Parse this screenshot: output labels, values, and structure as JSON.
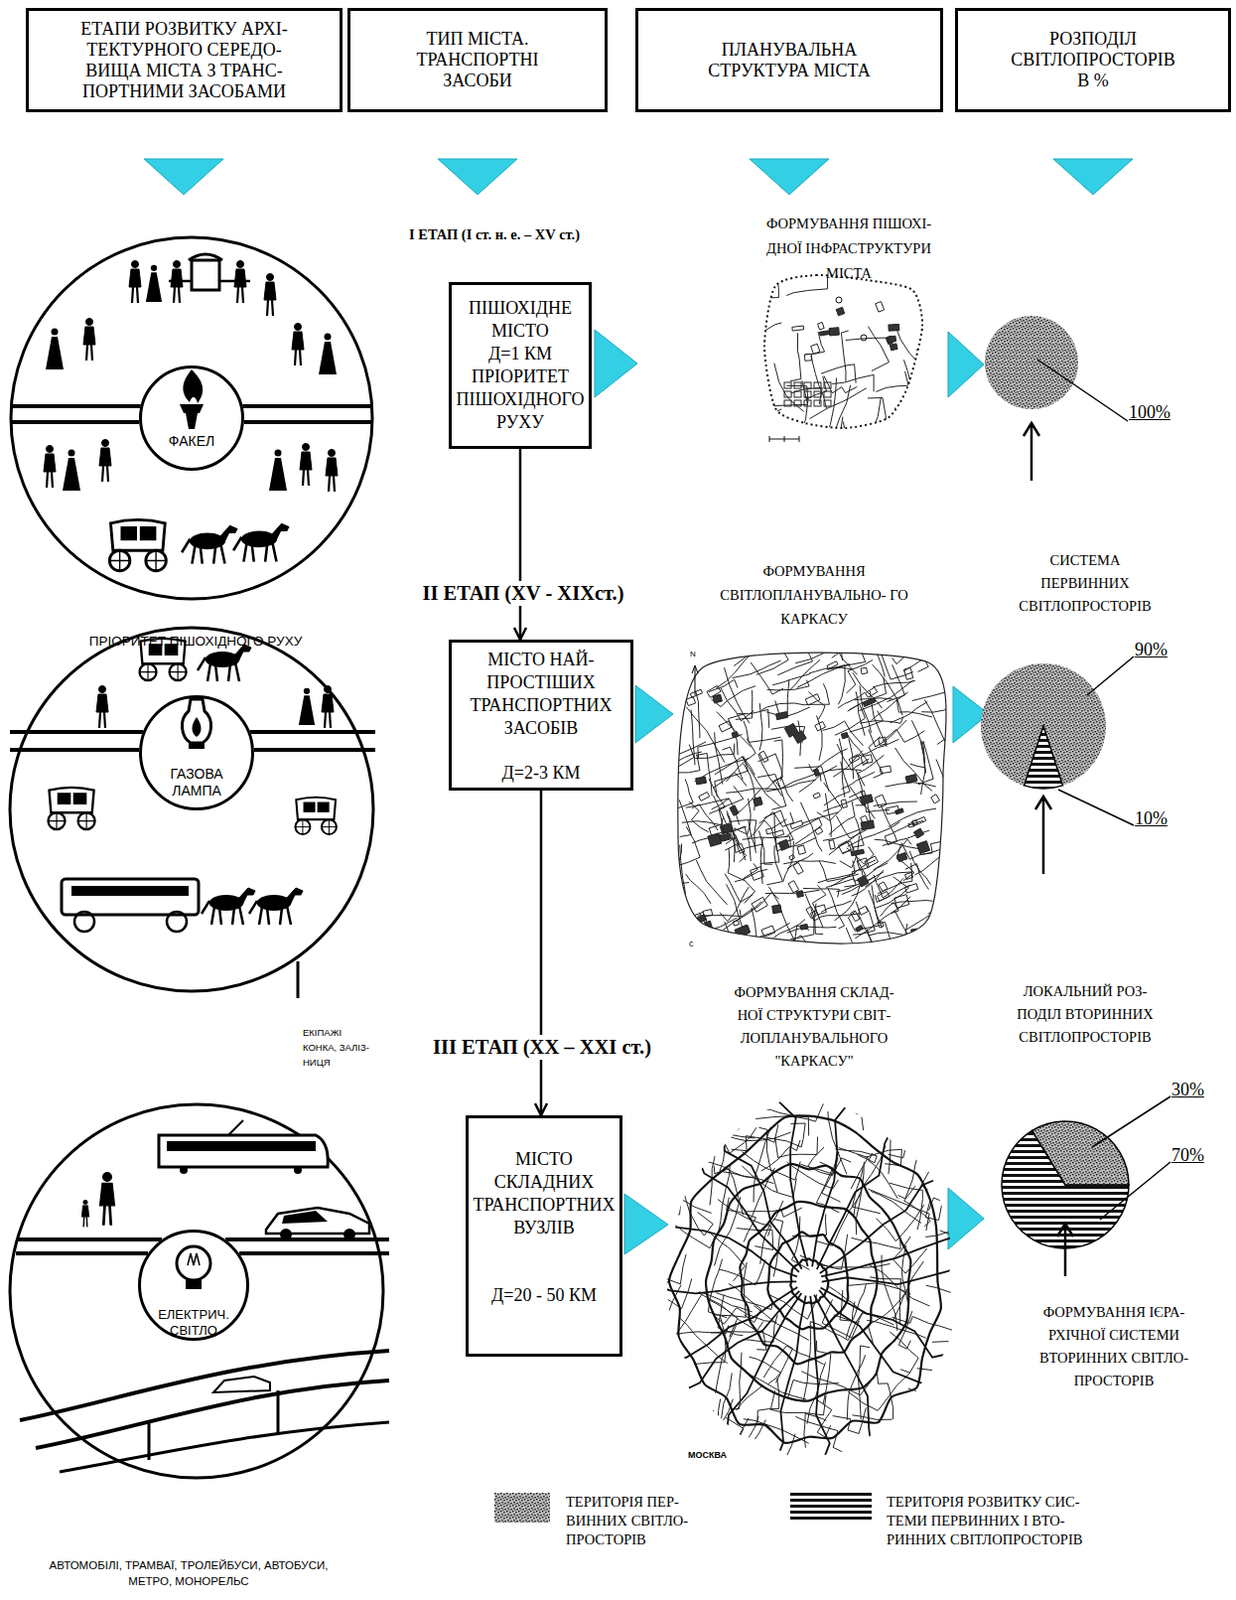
{
  "diagram": {
    "nodes": [
      {
        "text": [
          "ЕТАПИ РОЗВИТКУ АРХІ- ТЕКТУРНОГО СЕРЕДО- ВИЩА МІСТА З ТРАНС- ПОРТНИМИ ЗАСОБАМИ"
        ]
      },
      {
        "text": [
          "ТИП МІСТА. ТРАНСПОРТНІ ЗАСОБИ"
        ]
      },
      {
        "text": [
          "ПЛАНУВАЛЬНА СТРУКТУРА МІСТА"
        ]
      },
      {
        "text": [
          "РОЗПОДІЛ СВІТЛОПРОСТОРІВ В %"
        ]
      },
      {
        "text": [
          "ФАКЕЛ"
        ]
      },
      {
        "text": [
          "ПІШОХІДНЕ МІСТО",
          "Д=1 КМ",
          "ПРІОРИТЕТ ПІШОХІДНОГО РУХУ"
        ]
      },
      {
        "text": [
          "ГАЗОВА ЛАМПА"
        ]
      },
      {
        "text": [
          "МІСТО НАЙ- ПРОСТІШИХ ТРАНСПОРТНИХ ЗАСОБІВ",
          "Д=2-3 КМ"
        ]
      },
      {
        "text": [
          "ЕЛЕКТРИЧ. СВІТЛО"
        ]
      },
      {
        "text": [
          "МІСТО СКЛАДНИХ ТРАНСПОРТНИХ ВУЗЛІВ",
          "Д=20 - 50 КМ"
        ]
      }
    ],
    "edges": [
      {
        "from": 5,
        "to": 7,
        "arrow": "to"
      },
      {
        "from": 7,
        "to": 9,
        "arrow": "to"
      }
    ],
    "labels": [
      "I ЕТАП (I ст. н. е. – XV ст.)",
      "ФОРМУВАННЯ ПІШОХІ- ДНОЇ ІНФРАСТРУКТУРИ МІСТА",
      "100%",
      "ПРІОРИТЕТ ПІШОХІДНОГО РУХУ",
      "II ЕТАП (XV - XIXст.)",
      "ФОРМУВАННЯ СВІТЛОПЛАНУВАЛЬНО- ГО КАРКАСУ",
      "СИСТЕМА ПЕРВИННИХ СВІТЛОПРОСТОРІВ",
      "N",
      "90%",
      "10%",
      "c",
      "ЕКІПАЖІ КОНКА, ЗАЛІЗ- НИЦЯ",
      "ФОРМУВАННЯ СКЛАД- НОЇ СТРУКТУРИ СВІТ- ЛОПЛАНУВАЛЬНОГО \"КАРКАСУ\"",
      "ЛОКАЛЬНИЙ РОЗ- ПОДІЛ ВТОРИННИХ СВІТЛОПРОСТОРІВ",
      "III ЕТАП (XX – XXI ст.)",
      "30%",
      "70%",
      "ФОРМУВАННЯ ІЄРА- РХІЧНОЇ СИСТЕМИ ВТОРИННИХ СВІТЛО- ПРОСТОРІВ",
      "МОСКВА",
      "АВТОМОБІЛІ, ТРАМВАЇ, ТРОЛЕЙБУСИ, АВТОБУСИ, МЕТРО, МОНОРЕЛЬС"
    ],
    "legend": [
      {
        "text": "ТЕРИТОРІЯ ПЕР- ВИННИХ СВІТЛО- ПРОСТОРІВ"
      },
      {
        "text": "ТЕРИТОРІЯ РОЗВИТКУ СИС- ТЕМИ ПЕРВИННИХ І ВТО- РИННИХ СВІТЛОПРОСТОРІВ"
      }
    ]
  }
}
